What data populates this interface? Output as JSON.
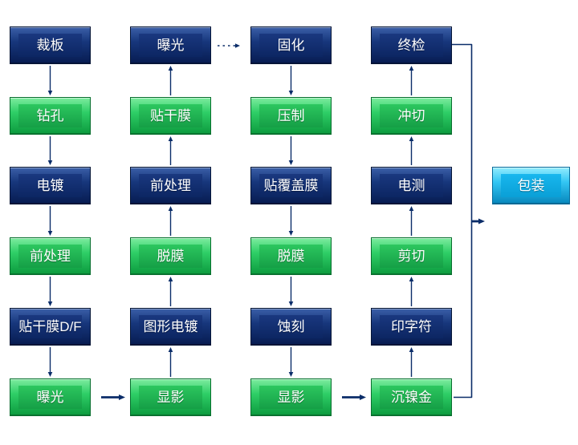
{
  "flow": {
    "columns": [
      {
        "id": "col1",
        "direction": "down",
        "nodes": [
          {
            "label": "裁板",
            "variant": "dark"
          },
          {
            "label": "钻孔",
            "variant": "green"
          },
          {
            "label": "电镀",
            "variant": "dark"
          },
          {
            "label": "前处理",
            "variant": "green"
          },
          {
            "label": "贴干膜D/F",
            "variant": "dark"
          },
          {
            "label": "曝光",
            "variant": "green"
          }
        ]
      },
      {
        "id": "col2",
        "direction": "up",
        "nodes": [
          {
            "label": "曝光",
            "variant": "dark"
          },
          {
            "label": "贴干膜",
            "variant": "green"
          },
          {
            "label": "前处理",
            "variant": "dark"
          },
          {
            "label": "脱膜",
            "variant": "green"
          },
          {
            "label": "图形电镀",
            "variant": "dark"
          },
          {
            "label": "显影",
            "variant": "green"
          }
        ]
      },
      {
        "id": "col3",
        "direction": "down",
        "nodes": [
          {
            "label": "固化",
            "variant": "dark"
          },
          {
            "label": "压制",
            "variant": "green"
          },
          {
            "label": "贴覆盖膜",
            "variant": "dark"
          },
          {
            "label": "脱膜",
            "variant": "green"
          },
          {
            "label": "蚀刻",
            "variant": "dark"
          },
          {
            "label": "显影",
            "variant": "green"
          }
        ]
      },
      {
        "id": "col4",
        "direction": "up",
        "nodes": [
          {
            "label": "终检",
            "variant": "dark"
          },
          {
            "label": "冲切",
            "variant": "green"
          },
          {
            "label": "电测",
            "variant": "dark"
          },
          {
            "label": "剪切",
            "variant": "green"
          },
          {
            "label": "印字符",
            "variant": "dark"
          },
          {
            "label": "沉镍金",
            "variant": "green"
          }
        ]
      }
    ],
    "end_node": {
      "label": "包装",
      "variant": "cyan"
    },
    "flow_sequence": [
      "裁板",
      "钻孔",
      "电镀",
      "前处理",
      "贴干膜D/F",
      "曝光",
      "显影",
      "图形电镀",
      "脱膜",
      "前处理",
      "贴干膜",
      "曝光",
      "固化",
      "压制",
      "贴覆盖膜",
      "脱膜",
      "蚀刻",
      "显影",
      "沉镍金",
      "印字符",
      "剪切",
      "电测",
      "冲切",
      "终检",
      "包装"
    ],
    "colors": {
      "dark_box": "#0c2663",
      "green_box": "#1fbd56",
      "cyan_box": "#10b3ec",
      "arrow": "#0b2d69",
      "background": "#ffffff"
    }
  }
}
